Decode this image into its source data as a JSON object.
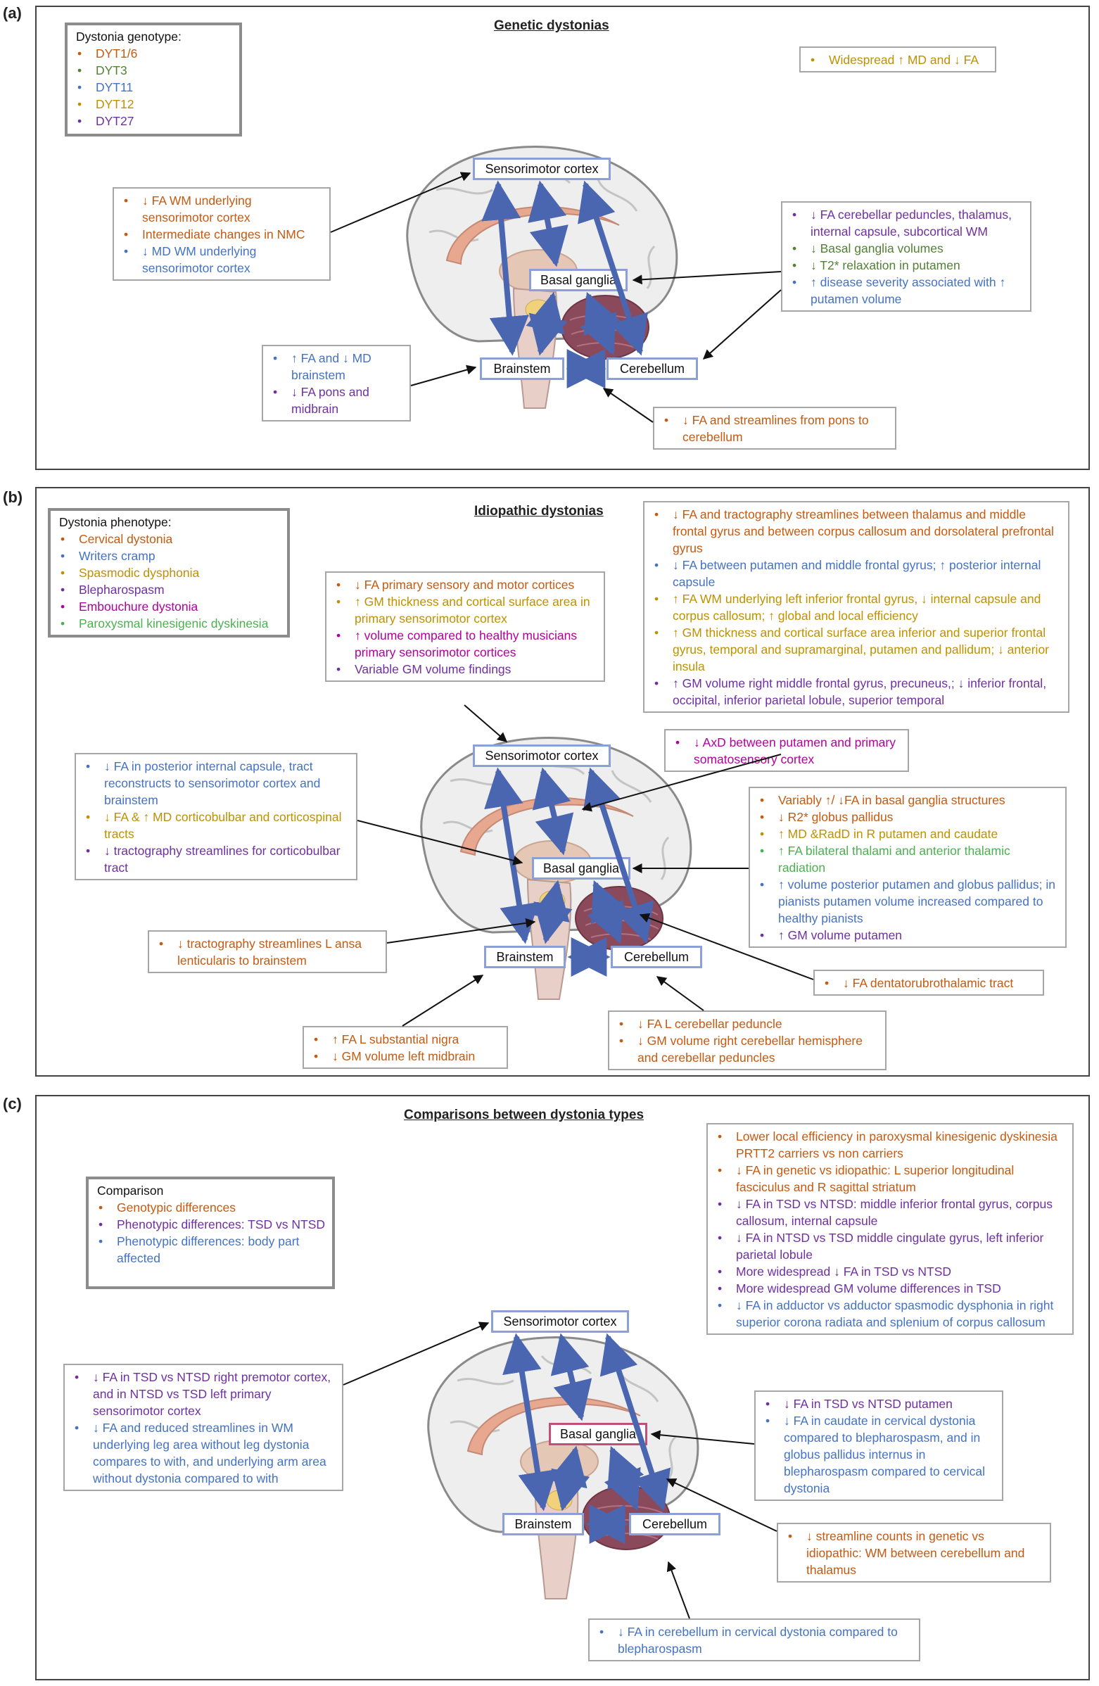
{
  "panel_a": {
    "label": "(a)",
    "title": "Genetic dystonias",
    "legend": {
      "heading": "Dystonia genotype:",
      "items": [
        {
          "text": "DYT1/6",
          "color": "#c55a11"
        },
        {
          "text": "DYT3",
          "color": "#538135"
        },
        {
          "text": "DYT11",
          "color": "#4472c4"
        },
        {
          "text": "DYT12",
          "color": "#bf9000"
        },
        {
          "text": "DYT27",
          "color": "#7030a0"
        }
      ]
    },
    "nodes": {
      "sensorimotor": "Sensorimotor cortex",
      "basal": "Basal ganglia",
      "brainstem": "Brainstem",
      "cerebellum": "Cerebellum"
    },
    "box_widespread": [
      "Widespread ↑ MD and ↓ FA"
    ],
    "box_cortex": [
      "↓ FA WM underlying sensorimotor cortex",
      "Intermediate changes in NMC",
      "↓ MD WM underlying sensorimotor cortex"
    ],
    "box_right": [
      "↓ FA cerebellar peduncles, thalamus, internal capsule, subcortical WM",
      "↓ Basal ganglia volumes",
      "↓ T2* relaxation in putamen",
      "↑ disease severity associated with ↑ putamen volume"
    ],
    "box_brainstem": [
      "↑ FA and ↓ MD brainstem",
      "↓ FA pons and midbrain"
    ],
    "box_pons": [
      "↓ FA and streamlines from pons to cerebellum"
    ]
  },
  "panel_b": {
    "label": "(b)",
    "title": "Idiopathic dystonias",
    "legend": {
      "heading": "Dystonia phenotype:",
      "items": [
        {
          "text": "Cervical dystonia",
          "color": "#c55a11"
        },
        {
          "text": "Writers cramp",
          "color": "#4472c4"
        },
        {
          "text": "Spasmodic dysphonia",
          "color": "#bf9000"
        },
        {
          "text": "Blepharospasm",
          "color": "#7030a0"
        },
        {
          "text": "Embouchure dystonia",
          "color": "#b4009e"
        },
        {
          "text": "Paroxysmal kinesigenic dyskinesia",
          "color": "#4cb050"
        }
      ]
    },
    "nodes": {
      "sensorimotor": "Sensorimotor cortex",
      "basal": "Basal ganglia",
      "brainstem": "Brainstem",
      "cerebellum": "Cerebellum"
    },
    "box_top_right": [
      "↓ FA and tractography streamlines between thalamus and middle frontal gyrus  and between corpus callosum and dorsolateral prefrontal gyrus",
      "↓ FA between putamen and middle frontal gyrus; ↑ posterior internal capsule",
      "↑ FA WM underlying left inferior frontal gyrus, ↓ internal capsule and corpus callosum; ↑ global and local efficiency",
      "↑ GM thickness and cortical surface area inferior and superior frontal gyrus, temporal and supramarginal, putamen and pallidum; ↓ anterior insula",
      "↑ GM volume right middle frontal gyrus, precuneus,; ↓ inferior frontal, occipital, inferior parietal lobule, superior temporal"
    ],
    "box_cortex": [
      "↓ FA  primary sensory and motor cortices",
      "↑ GM thickness and cortical surface area in primary sensorimotor cortex",
      "↑ volume compared to healthy musicians primary sensorimotor cortices",
      "Variable GM volume findings"
    ],
    "box_axd": [
      "↓ AxD between putamen and primary somatosensory cortex"
    ],
    "box_left": [
      "↓ FA in posterior internal capsule, tract reconstructs to sensorimotor cortex and brainstem",
      "↓ FA & ↑ MD corticobulbar and corticospinal tracts",
      "↓ tractography streamlines for corticobulbar tract"
    ],
    "box_right": [
      "Variably ↑/ ↓FA in basal ganglia structures",
      "↓ R2* globus pallidus",
      "↑ MD &RadD in R putamen and caudate",
      "↑ FA bilateral thalami and anterior thalamic radiation",
      "↑ volume posterior putamen and globus pallidus; in pianists putamen volume increased compared to healthy pianists",
      "↑ GM volume putamen"
    ],
    "box_ansa": [
      "↓ tractography streamlines L ansa lenticularis to brainstem"
    ],
    "box_dentato": [
      "↓ FA  dentatorubrothalamic tract"
    ],
    "box_nigra": [
      "↑ FA L substantial nigra",
      "↓ GM volume left midbrain"
    ],
    "box_cereb": [
      "↓ FA  L cerebellar peduncle",
      "↓ GM volume right cerebellar hemisphere and cerebellar peduncles"
    ]
  },
  "panel_c": {
    "label": "(c)",
    "title": "Comparisons between dystonia types",
    "legend": {
      "heading": "Comparison",
      "items": [
        {
          "text": "Genotypic differences",
          "color": "#c55a11"
        },
        {
          "text": "Phenotypic differences: TSD vs NTSD",
          "color": "#7030a0"
        },
        {
          "text": "Phenotypic differences: body part affected",
          "color": "#4472c4"
        }
      ]
    },
    "nodes": {
      "sensorimotor": "Sensorimotor cortex",
      "basal": "Basal ganglia",
      "brainstem": "Brainstem",
      "cerebellum": "Cerebellum"
    },
    "box_top_right": [
      "Lower local efficiency in paroxysmal kinesigenic dyskinesia PRTT2 carriers vs non carriers",
      "↓ FA  in genetic vs idiopathic: L superior longitudinal fasciculus and R sagittal striatum",
      "↓ FA in TSD vs NTSD: middle inferior frontal gyrus, corpus callosum, internal capsule",
      "↓ FA in NTSD vs TSD middle cingulate gyrus, left inferior parietal lobule",
      "More widespread ↓ FA in TSD vs NTSD",
      "More widespread GM volume differences in TSD",
      "↓ FA in adductor vs adductor spasmodic dysphonia in right superior corona radiata and splenium of corpus callosum"
    ],
    "box_left": [
      "↓ FA in TSD vs NTSD right premotor cortex, and in NTSD vs TSD left primary sensorimotor cortex",
      "↓ FA and reduced streamlines in WM underlying leg area without leg dystonia compares to with, and underlying arm area without dystonia compared to with"
    ],
    "box_right": [
      "↓ FA in TSD vs NTSD putamen",
      "↓ FA in caudate in cervical dystonia compared to blepharospasm, and in globus pallidus internus in blepharospasm compared to cervical dystonia"
    ],
    "box_streamline": [
      "↓ streamline counts in genetic vs idiopathic: WM between cerebellum and thalamus"
    ],
    "box_bottom": [
      "↓ FA in cerebellum in cervical dystonia compared to blepharospasm"
    ]
  }
}
